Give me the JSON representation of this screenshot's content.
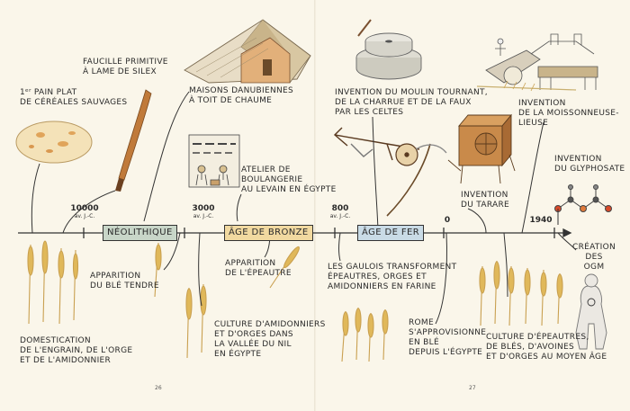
{
  "page_numbers": {
    "left": "26",
    "right": "27"
  },
  "eras": {
    "neolithique": "Néolithique",
    "bronze": "Âge de bronze",
    "fer": "Âge de fer"
  },
  "dates": {
    "d10000": {
      "year": "10000",
      "sub": "av. J.-C."
    },
    "d3000": {
      "year": "3000",
      "sub": "av. J.-C."
    },
    "d800": {
      "year": "800",
      "sub": "av. J.-C."
    },
    "d0": {
      "year": "0"
    },
    "d1940": {
      "year": "1940"
    }
  },
  "labels": {
    "pain_plat": "1ᵉʳ pain plat\nde céréales sauvages",
    "faucille": "Faucille primitive\nà lame de silex",
    "maisons": "Maisons danubiennes\nà toit de chaume",
    "moulin": "Invention du moulin tournant,\nde la charrue et de la faux\npar les Celtes",
    "moissonneuse": "Invention\nde la moissonneuse-lieuse",
    "atelier": "Atelier de\nboulangerie\nau levain en Égypte",
    "tarare": "Invention\ndu tarare",
    "glyphosate": "Invention\ndu glyphosate",
    "domestication": "Domestication\nde l'engrain, de l'orge\net de l'amidonnier",
    "ble_tendre": "Apparition\ndu blé tendre",
    "epeautre": "Apparition\nde l'épeautre",
    "culture_egypte": "Culture d'amidonniers\net d'orges dans\nla vallée du Nil\nen Égypte",
    "gaulois": "Les Gaulois transforment\népeautres, orges et\namidonniers en farine",
    "rome": "Rome\ns'approvisionne\nen blé\ndepuis l'Égypte",
    "culture_moyen_age": "Culture d'épeautres,\nde blés, d'avoines\net d'orges au Moyen Âge",
    "ogm": "Création\ndes\nOGM"
  },
  "colors": {
    "neolithique": "#c8d6c8",
    "bronze": "#f1d9a0",
    "fer": "#c9dbe6",
    "wheat": "#e0b85a",
    "line": "#333333"
  },
  "icons": [
    "flatbread-icon",
    "sickle-icon",
    "longhouse-icon",
    "bakery-icon",
    "millstone-icon",
    "plough-icon",
    "scythe-icon",
    "winnowing-machine-icon",
    "reaper-binder-icon",
    "molecule-icon",
    "hazmat-person-icon",
    "wheat-icon"
  ]
}
